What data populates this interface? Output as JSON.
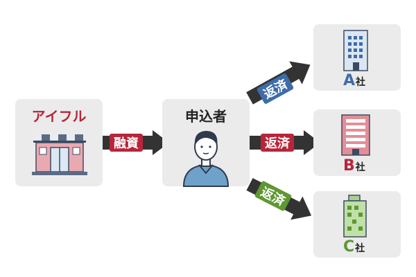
{
  "lender": {
    "name": "アイフル",
    "color": "#b8253b"
  },
  "applicant": {
    "label": "申込者"
  },
  "flows": {
    "loan": {
      "label": "融資",
      "color": "#b8253b"
    },
    "repay_a": {
      "label": "返済",
      "color": "#3e6ca8"
    },
    "repay_b": {
      "label": "返済",
      "color": "#b8253b"
    },
    "repay_c": {
      "label": "返済",
      "color": "#5f9733"
    }
  },
  "companies": [
    {
      "letter": "A",
      "suffix": "社",
      "color": "#3e6ca8"
    },
    {
      "letter": "B",
      "suffix": "社",
      "color": "#b8253b"
    },
    {
      "letter": "C",
      "suffix": "社",
      "color": "#5f9733"
    }
  ]
}
